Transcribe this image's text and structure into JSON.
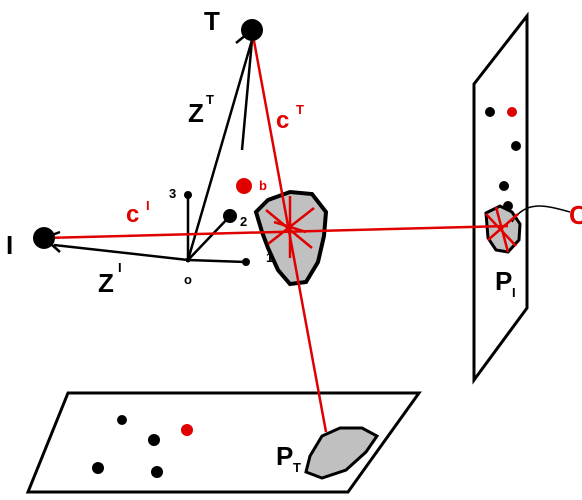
{
  "labels": {
    "T": "T",
    "I": "I",
    "C": "C",
    "ZT": "Z",
    "ZT_sup": "T",
    "ZI": "Z",
    "ZI_sup": "I",
    "cT": "c",
    "cT_sup": "T",
    "cI": "c",
    "cI_sup": "I",
    "b": "b",
    "axis1": "1",
    "axis2": "2",
    "axis3": "3",
    "origin": "o",
    "PI": "P",
    "PI_sub": "I",
    "PT": "P",
    "PT_sub": "T"
  },
  "colors": {
    "ray": "#e00000",
    "ink": "#000000",
    "patch": "#c0c0c0"
  }
}
